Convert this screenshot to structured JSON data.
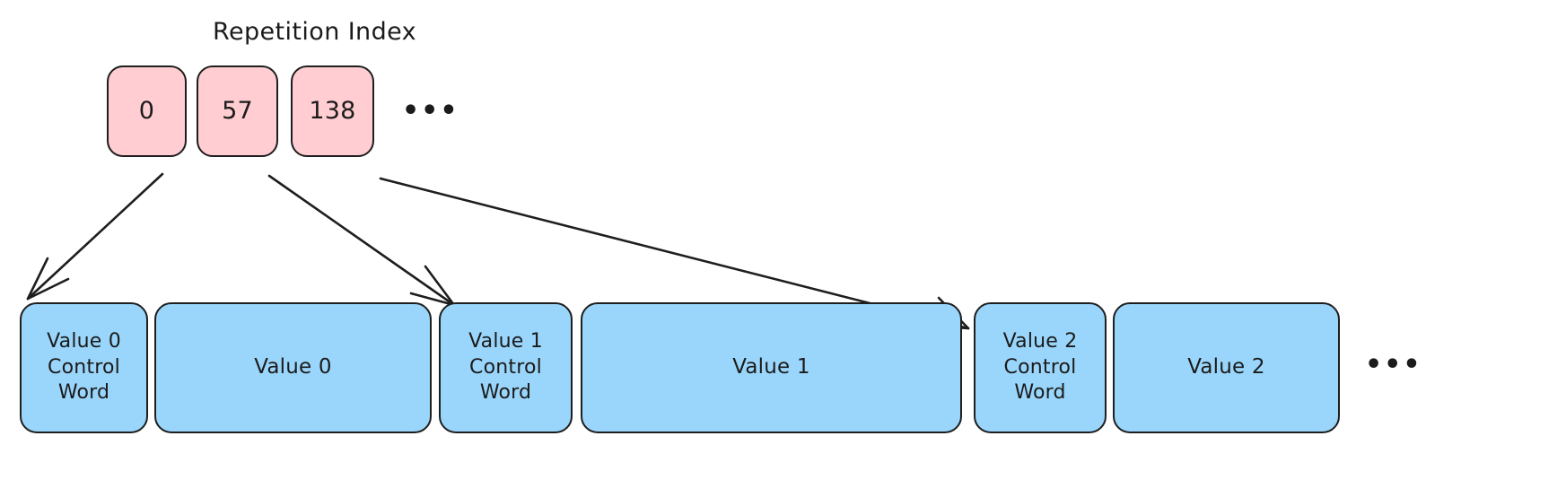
{
  "diagram": {
    "title": "Repetition Index",
    "background_color": "#ffffff",
    "stroke_color": "#1e1e1e",
    "index_fill_color": "#ffcdd2",
    "block_fill_color": "#9ad6fb",
    "continuation_symbol": "•••"
  },
  "repetition_index": {
    "label": "Repetition Index",
    "entries": [
      {
        "value": "0"
      },
      {
        "value": "57"
      },
      {
        "value": "138"
      }
    ],
    "more": "•••"
  },
  "buffer": {
    "blocks": [
      {
        "line1": "Value 0",
        "line2": "Control",
        "line3": "Word",
        "kind": "control-word"
      },
      {
        "line1": "Value 0",
        "line2": "",
        "line3": "",
        "kind": "value"
      },
      {
        "line1": "Value 1",
        "line2": "Control",
        "line3": "Word",
        "kind": "control-word"
      },
      {
        "line1": "Value 1",
        "line2": "",
        "line3": "",
        "kind": "value"
      },
      {
        "line1": "Value 2",
        "line2": "Control",
        "line3": "Word",
        "kind": "control-word"
      },
      {
        "line1": "Value 2",
        "line2": "",
        "line3": "",
        "kind": "value"
      }
    ],
    "more": "•••"
  },
  "edges": [
    {
      "from": "0",
      "to": "Value 0 Control Word"
    },
    {
      "from": "57",
      "to": "Value 1 Control Word"
    },
    {
      "from": "138",
      "to": "Value 2 Control Word"
    }
  ]
}
